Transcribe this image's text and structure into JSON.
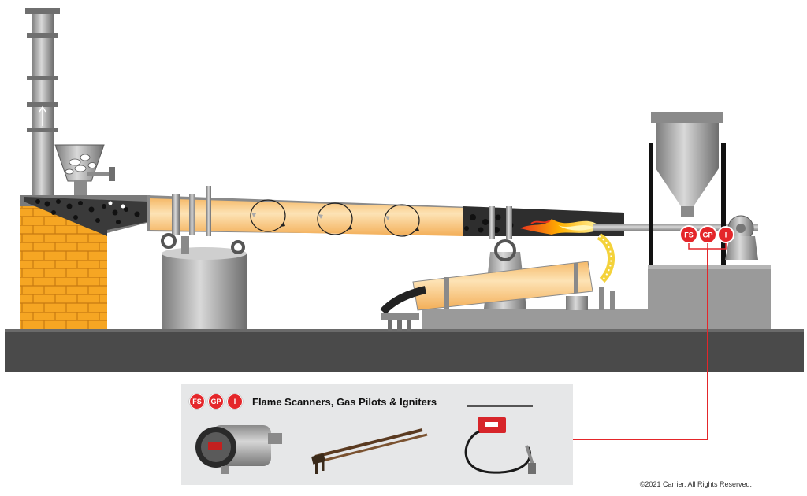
{
  "legend": {
    "badges": [
      "FS",
      "GP",
      "I"
    ],
    "title": "Flame Scanners, Gas Pilots & Igniters",
    "products": [
      "flame-scanner",
      "gas-pilot",
      "igniter"
    ]
  },
  "kiln_badges": [
    "FS",
    "GP",
    "I"
  ],
  "footer": {
    "copyright": "©2021 Carrier. All Rights Reserved."
  },
  "colors": {
    "accent_red": "#e4262a",
    "kiln_orange": "#fbd08a",
    "brick": "#f6a623",
    "steel": "#9b9b9b",
    "base": "#4a4a4a",
    "panel": "#e6e7e8"
  },
  "icons": [
    "smokestack",
    "feed-hopper",
    "rotary-kiln",
    "burner-flame",
    "cooler-drum",
    "coal-hopper",
    "brick-wall"
  ]
}
